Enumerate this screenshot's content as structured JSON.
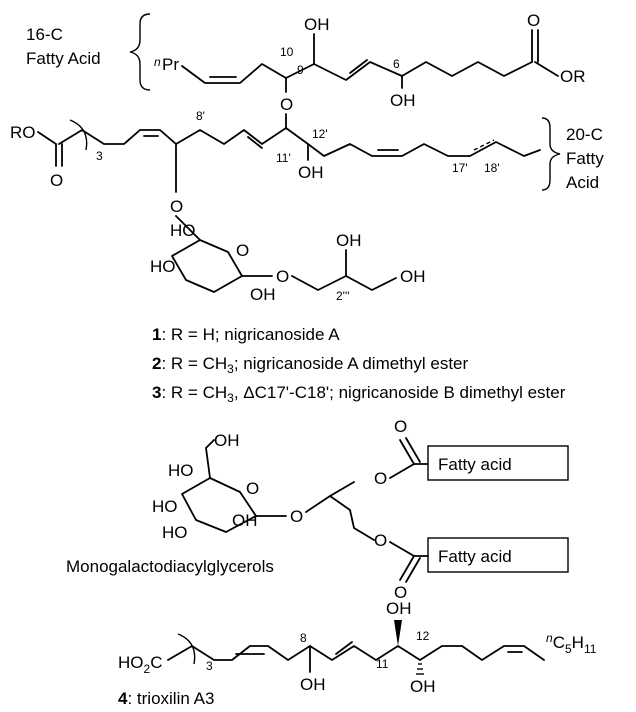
{
  "top": {
    "brace_left_label_line1": "16-C",
    "brace_left_label_line2": "Fatty Acid",
    "npr_super": "n",
    "npr_text": "Pr",
    "oh_c10": "OH",
    "oh_c6": "OH",
    "carbonyl_o": "O",
    "ester_or": "OR",
    "c10": "10",
    "c9": "9",
    "c6": "6",
    "ether_o": "O",
    "ro_left": "RO",
    "three": "3",
    "carbonyl_o2": "O",
    "c8p": "8'",
    "c12p": "12'",
    "c11p": "11'",
    "oh_c12p": "OH",
    "c17p": "17'",
    "c18p": "18'",
    "brace_right_label_line1": "20-C",
    "brace_right_label_line2": "Fatty",
    "brace_right_label_line3": "Acid",
    "glyco_o": "O",
    "ho_a": "HO",
    "ho_b": "HO",
    "oh_c": "OH",
    "ring_o": "O",
    "link_o": "O",
    "oh_gly1": "OH",
    "oh_gly2": "OH",
    "c2ppp": "2'''"
  },
  "compounds": [
    {
      "num": "1",
      "text": ": R = H; nigricanoside A"
    },
    {
      "num": "2",
      "text": ": R = CH",
      "sub": "3",
      "rest": "; nigricanoside A dimethyl ester"
    },
    {
      "num": "3",
      "text": ": R = CH",
      "sub": "3",
      "rest": ", ΔC17'-C18'; nigricanoside B dimethyl ester"
    }
  ],
  "mgdg": {
    "ho1": "HO",
    "oh1": "OH",
    "ho2": "HO",
    "ring_o": "O",
    "ho3": "HO",
    "oh2": "OH",
    "link_o": "O",
    "o_top": "O",
    "o_bot": "O",
    "co_top": "O",
    "co_bot": "O",
    "fa_top": "Fatty acid",
    "fa_bot": "Fatty acid",
    "caption": "Monogalactodiacylglycerols"
  },
  "trioxilin": {
    "oh_top": "OH",
    "ho2c": "HO",
    "ho2c_sub": "2",
    "ho2c_c": "C",
    "three": "3",
    "c8": "8",
    "c11": "11",
    "c12": "12",
    "oh_c8": "OH",
    "oh_c12": "OH",
    "c5_super": "n",
    "c5": "C",
    "c5_sub1": "5",
    "c5_h": "H",
    "c5_sub2": "11",
    "caption_num": "4",
    "caption_text": ": trioxilin A3"
  }
}
